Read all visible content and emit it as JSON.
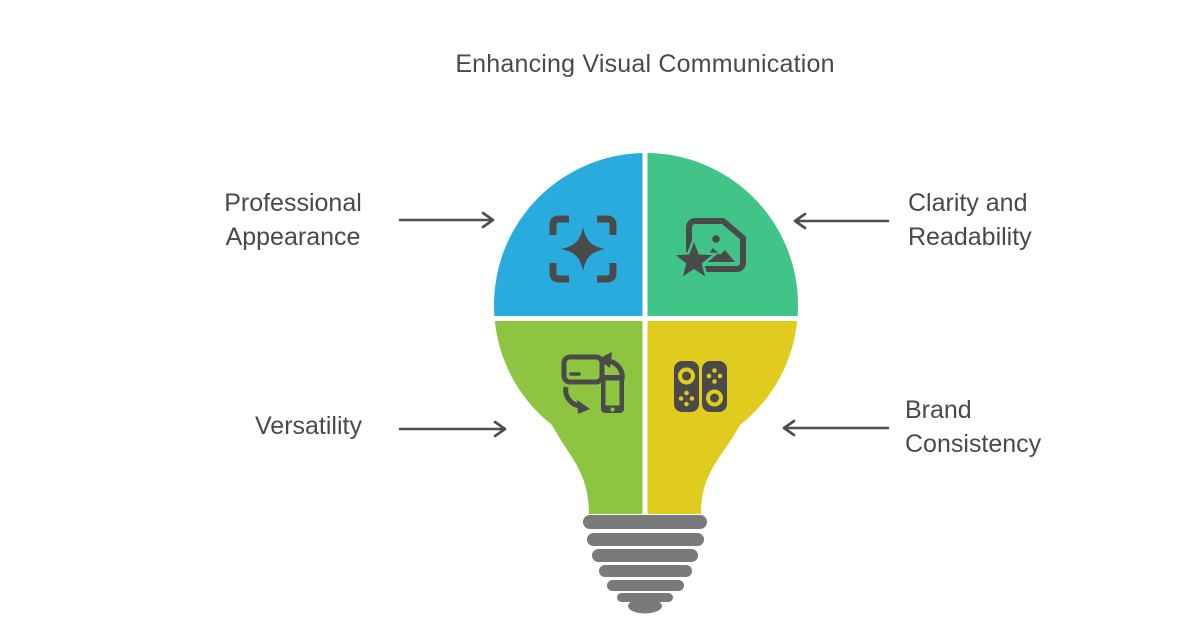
{
  "title": "Enhancing Visual Communication",
  "colors": {
    "blue": "#29ABE0",
    "green": "#41C488",
    "lime": "#8DC541",
    "yellow": "#E0CC1F",
    "base": "#7A7A7A",
    "icon": "#4A4A4A",
    "arrow": "#4D4D4D",
    "label": "#474B47",
    "title": "#4A4A4A"
  },
  "labels": {
    "professional": "Professional Appearance",
    "clarity": "Clarity and Readability",
    "versatility": "Versatility",
    "brand": "Brand Consistency"
  },
  "quadrants": [
    {
      "position": "top-left",
      "label": "Professional Appearance",
      "color": "#29ABE0",
      "icon": "enhance-frame-icon"
    },
    {
      "position": "top-right",
      "label": "Clarity and Readability",
      "color": "#41C488",
      "icon": "image-star-icon"
    },
    {
      "position": "bottom-left",
      "label": "Versatility",
      "color": "#8DC541",
      "icon": "device-rotate-icon"
    },
    {
      "position": "bottom-right",
      "label": "Brand Consistency",
      "color": "#E0CC1F",
      "icon": "game-controllers-icon"
    }
  ]
}
